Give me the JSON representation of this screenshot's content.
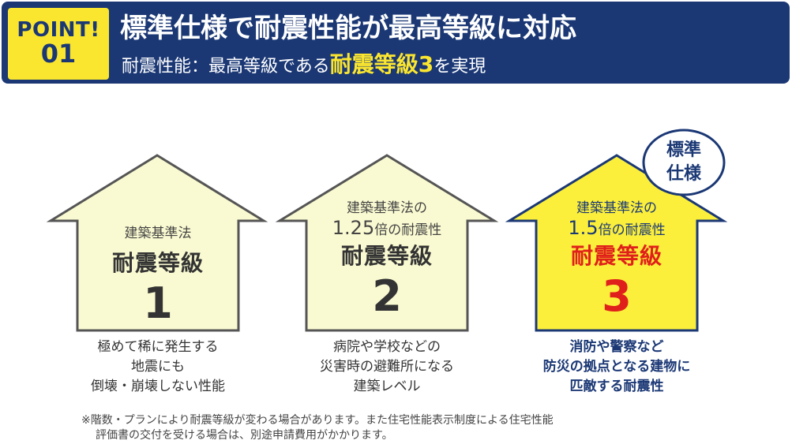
{
  "banner": {
    "point_label": "POINT!",
    "point_number": "01",
    "title": "標準仕様で耐震性能が最高等級に対応",
    "subtitle_prefix": "耐震性能：最高等級である",
    "subtitle_highlight": "耐震等級3",
    "subtitle_suffix": "を実現"
  },
  "houses": [
    {
      "law": "建築基準法",
      "multiplier_pre": "",
      "multiplier_num": "",
      "multiplier_post": "",
      "grade_label": "耐震等級",
      "grade_number": "1",
      "caption_lines": [
        "極めて稀に発生する",
        "地震にも",
        "倒壊・崩壊しない性能"
      ]
    },
    {
      "law": "建築基準法の",
      "multiplier_pre": "",
      "multiplier_num": "1.25",
      "multiplier_post": "倍の耐震性",
      "grade_label": "耐震等級",
      "grade_number": "2",
      "caption_lines": [
        "病院や学校などの",
        "災害時の避難所になる",
        "建築レベル"
      ]
    },
    {
      "law": "建築基準法の",
      "multiplier_pre": "",
      "multiplier_num": "1.5",
      "multiplier_post": "倍の耐震性",
      "grade_label": "耐震等級",
      "grade_number": "3",
      "caption_lines": [
        "消防や警察など",
        "防災の拠点となる建物に",
        "匹敵する耐震性"
      ]
    }
  ],
  "badge": {
    "line1": "標準",
    "line2": "仕様"
  },
  "footnote": {
    "line1": "※階数・プランにより耐震等級が変わる場合があります。また住宅性能表示制度による住宅性能",
    "line2": "評価書の交付を受ける場合は、別途申請費用がかかります。"
  },
  "colors": {
    "navy": "#1b3875",
    "yellow": "#fbe62f",
    "house_light": "#fafad2",
    "house_bright": "#fbef3c",
    "red": "#e0201a"
  }
}
